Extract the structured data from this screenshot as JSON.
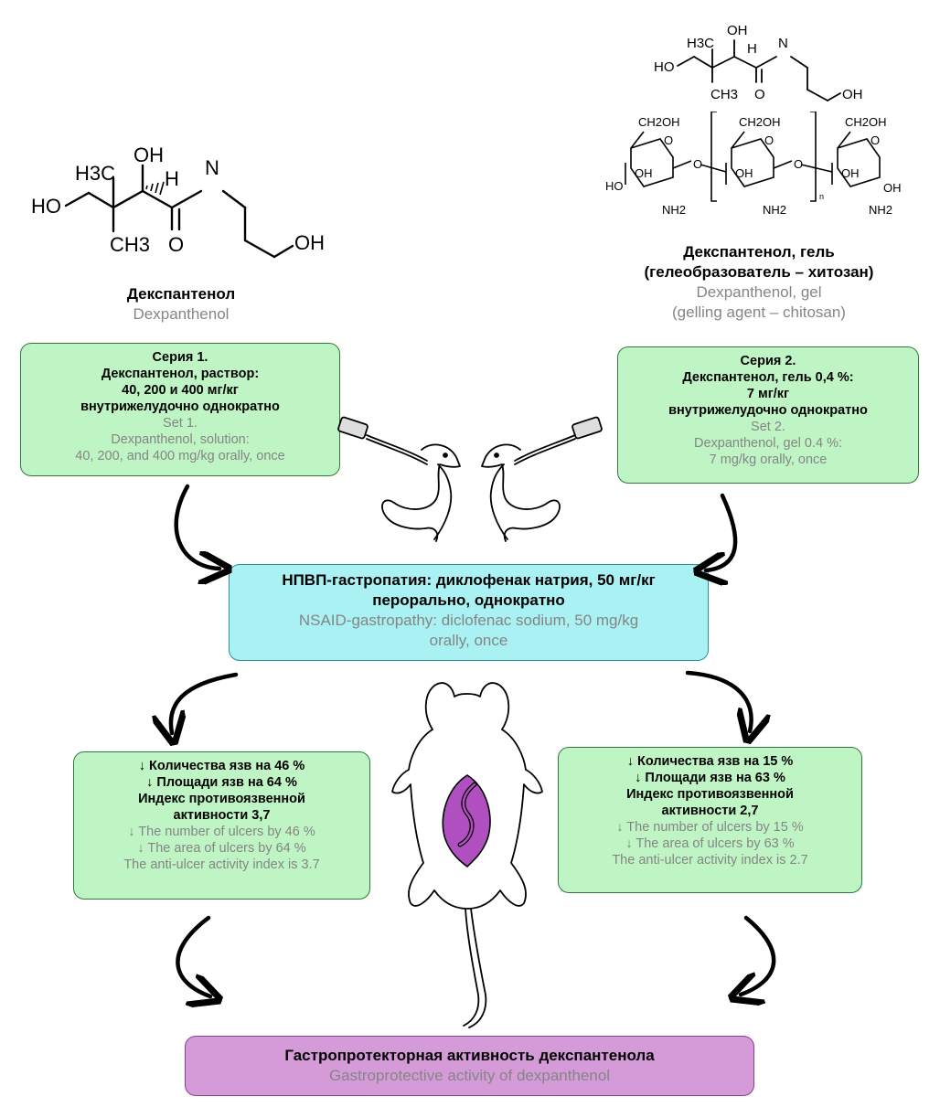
{
  "left_molecule": {
    "atoms": {
      "ho": "HO",
      "h3c": "H3C",
      "oh": "OH",
      "h": "H",
      "n": "N",
      "ch3": "CH3",
      "o": "O",
      "oh2": "OH"
    },
    "caption_ru": "Декспантенол",
    "caption_en": "Dexpanthenol"
  },
  "right_molecule": {
    "atoms": {
      "ho": "HO",
      "h3c": "H3C",
      "oh": "OH",
      "h": "H",
      "n": "N",
      "ch3": "CH3",
      "o": "O",
      "oh2": "OH"
    },
    "chitosan": {
      "ch2oh": "CH2OH",
      "o": "O",
      "oh": "OH",
      "ho": "HO",
      "nh2": "NH2",
      "n": "n"
    },
    "caption_ru_1": "Декспантенол, гель",
    "caption_ru_2": "(гелеобразователь – хитозан)",
    "caption_en_1": "Dexpanthenol, gel",
    "caption_en_2": "(gelling agent – chitosan)"
  },
  "series1": {
    "ru": [
      "Серия 1.",
      "Декспантенол, раствор:",
      "40, 200 и 400 мг/кг",
      "внутрижелудочно однократно"
    ],
    "en": [
      "Set 1.",
      "Dexpanthenol, solution:",
      "40, 200, and 400 mg/kg orally, once"
    ]
  },
  "series2": {
    "ru": [
      "Серия 2.",
      "Декспантенол, гель 0,4 %:",
      "7 мг/кг",
      "внутрижелудочно однократно"
    ],
    "en": [
      "Set 2.",
      "Dexpanthenol, gel 0.4 %:",
      "7 mg/kg orally, once"
    ]
  },
  "nsaid": {
    "ru": [
      "НПВП-гастропатия: диклофенак натрия, 50 мг/кг",
      "перорально, однократно"
    ],
    "en": [
      "NSAID-gastropathy: diclofenac sodium, 50 mg/kg",
      "orally, once"
    ]
  },
  "result1": {
    "ru": [
      "↓  Количества язв на 46 %",
      "↓  Площади язв на 64 %",
      "Индекс противоязвенной",
      "активности 3,7"
    ],
    "en": [
      "↓  The number of ulcers by 46 %",
      "↓  The area of ulcers by 64 %",
      "The anti-ulcer activity index is 3.7"
    ]
  },
  "result2": {
    "ru": [
      "↓  Количества язв на 15 %",
      "↓  Площади язв на 63 %",
      "Индекс противоязвенной",
      "активности 2,7"
    ],
    "en": [
      "↓  The number of ulcers by 15 %",
      "↓  The area of ulcers by 63 %",
      "The anti-ulcer activity index is 2.7"
    ]
  },
  "conclusion": {
    "ru": "Гастропротекторная активность декспантенола",
    "en": "Gastroprotective activity of dexpanthenol"
  },
  "colors": {
    "green_box": "#bff5c4",
    "cyan_box": "#a9f1f2",
    "violet_box": "#d59bd8",
    "stomach": "#b04fbf",
    "english_text": "#858585"
  },
  "icons": [
    "dexpanthenol-structure",
    "chitosan-structure",
    "rat-gavage-icon",
    "rat-stomach-icon",
    "curved-arrow-icon"
  ]
}
